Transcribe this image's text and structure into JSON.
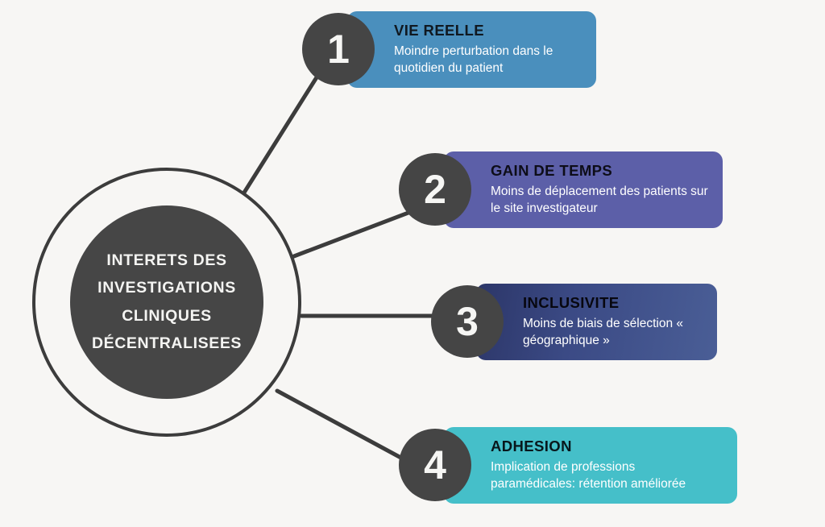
{
  "background_color": "#f7f6f4",
  "hub": {
    "lines": [
      "INTERETS DES",
      "INVESTIGATIONS",
      "CLINIQUES",
      "DÉCENTRALISEES"
    ],
    "fill_color": "#464646",
    "ring_color": "#3c3c3c"
  },
  "items": [
    {
      "number": "1",
      "title": "VIE REELLE",
      "description": "Moindre perturbation dans le quotidien du patient",
      "box_color": "#4a8fbd",
      "circle_color": "#454545",
      "title_color": "#101820"
    },
    {
      "number": "2",
      "title": "GAIN DE TEMPS",
      "description": "Moins de déplacement des patients sur le site investigateur",
      "box_color": "#5c5fa8",
      "circle_color": "#454545",
      "title_color": "#0d0d18"
    },
    {
      "number": "3",
      "title": "INCLUSIVITE",
      "description": "Moins de biais de sélection « géographique »",
      "box_color": "#2c3668",
      "box_color_end": "#4a5e96",
      "circle_color": "#454545",
      "title_color": "#07070f"
    },
    {
      "number": "4",
      "title": "ADHESION",
      "description": "Implication de professions paramédicales: rétention améliorée",
      "box_color": "#45bfc9",
      "circle_color": "#454545",
      "title_color": "#08171c"
    }
  ],
  "connectors": {
    "color": "#3c3c3c",
    "width": 5
  }
}
